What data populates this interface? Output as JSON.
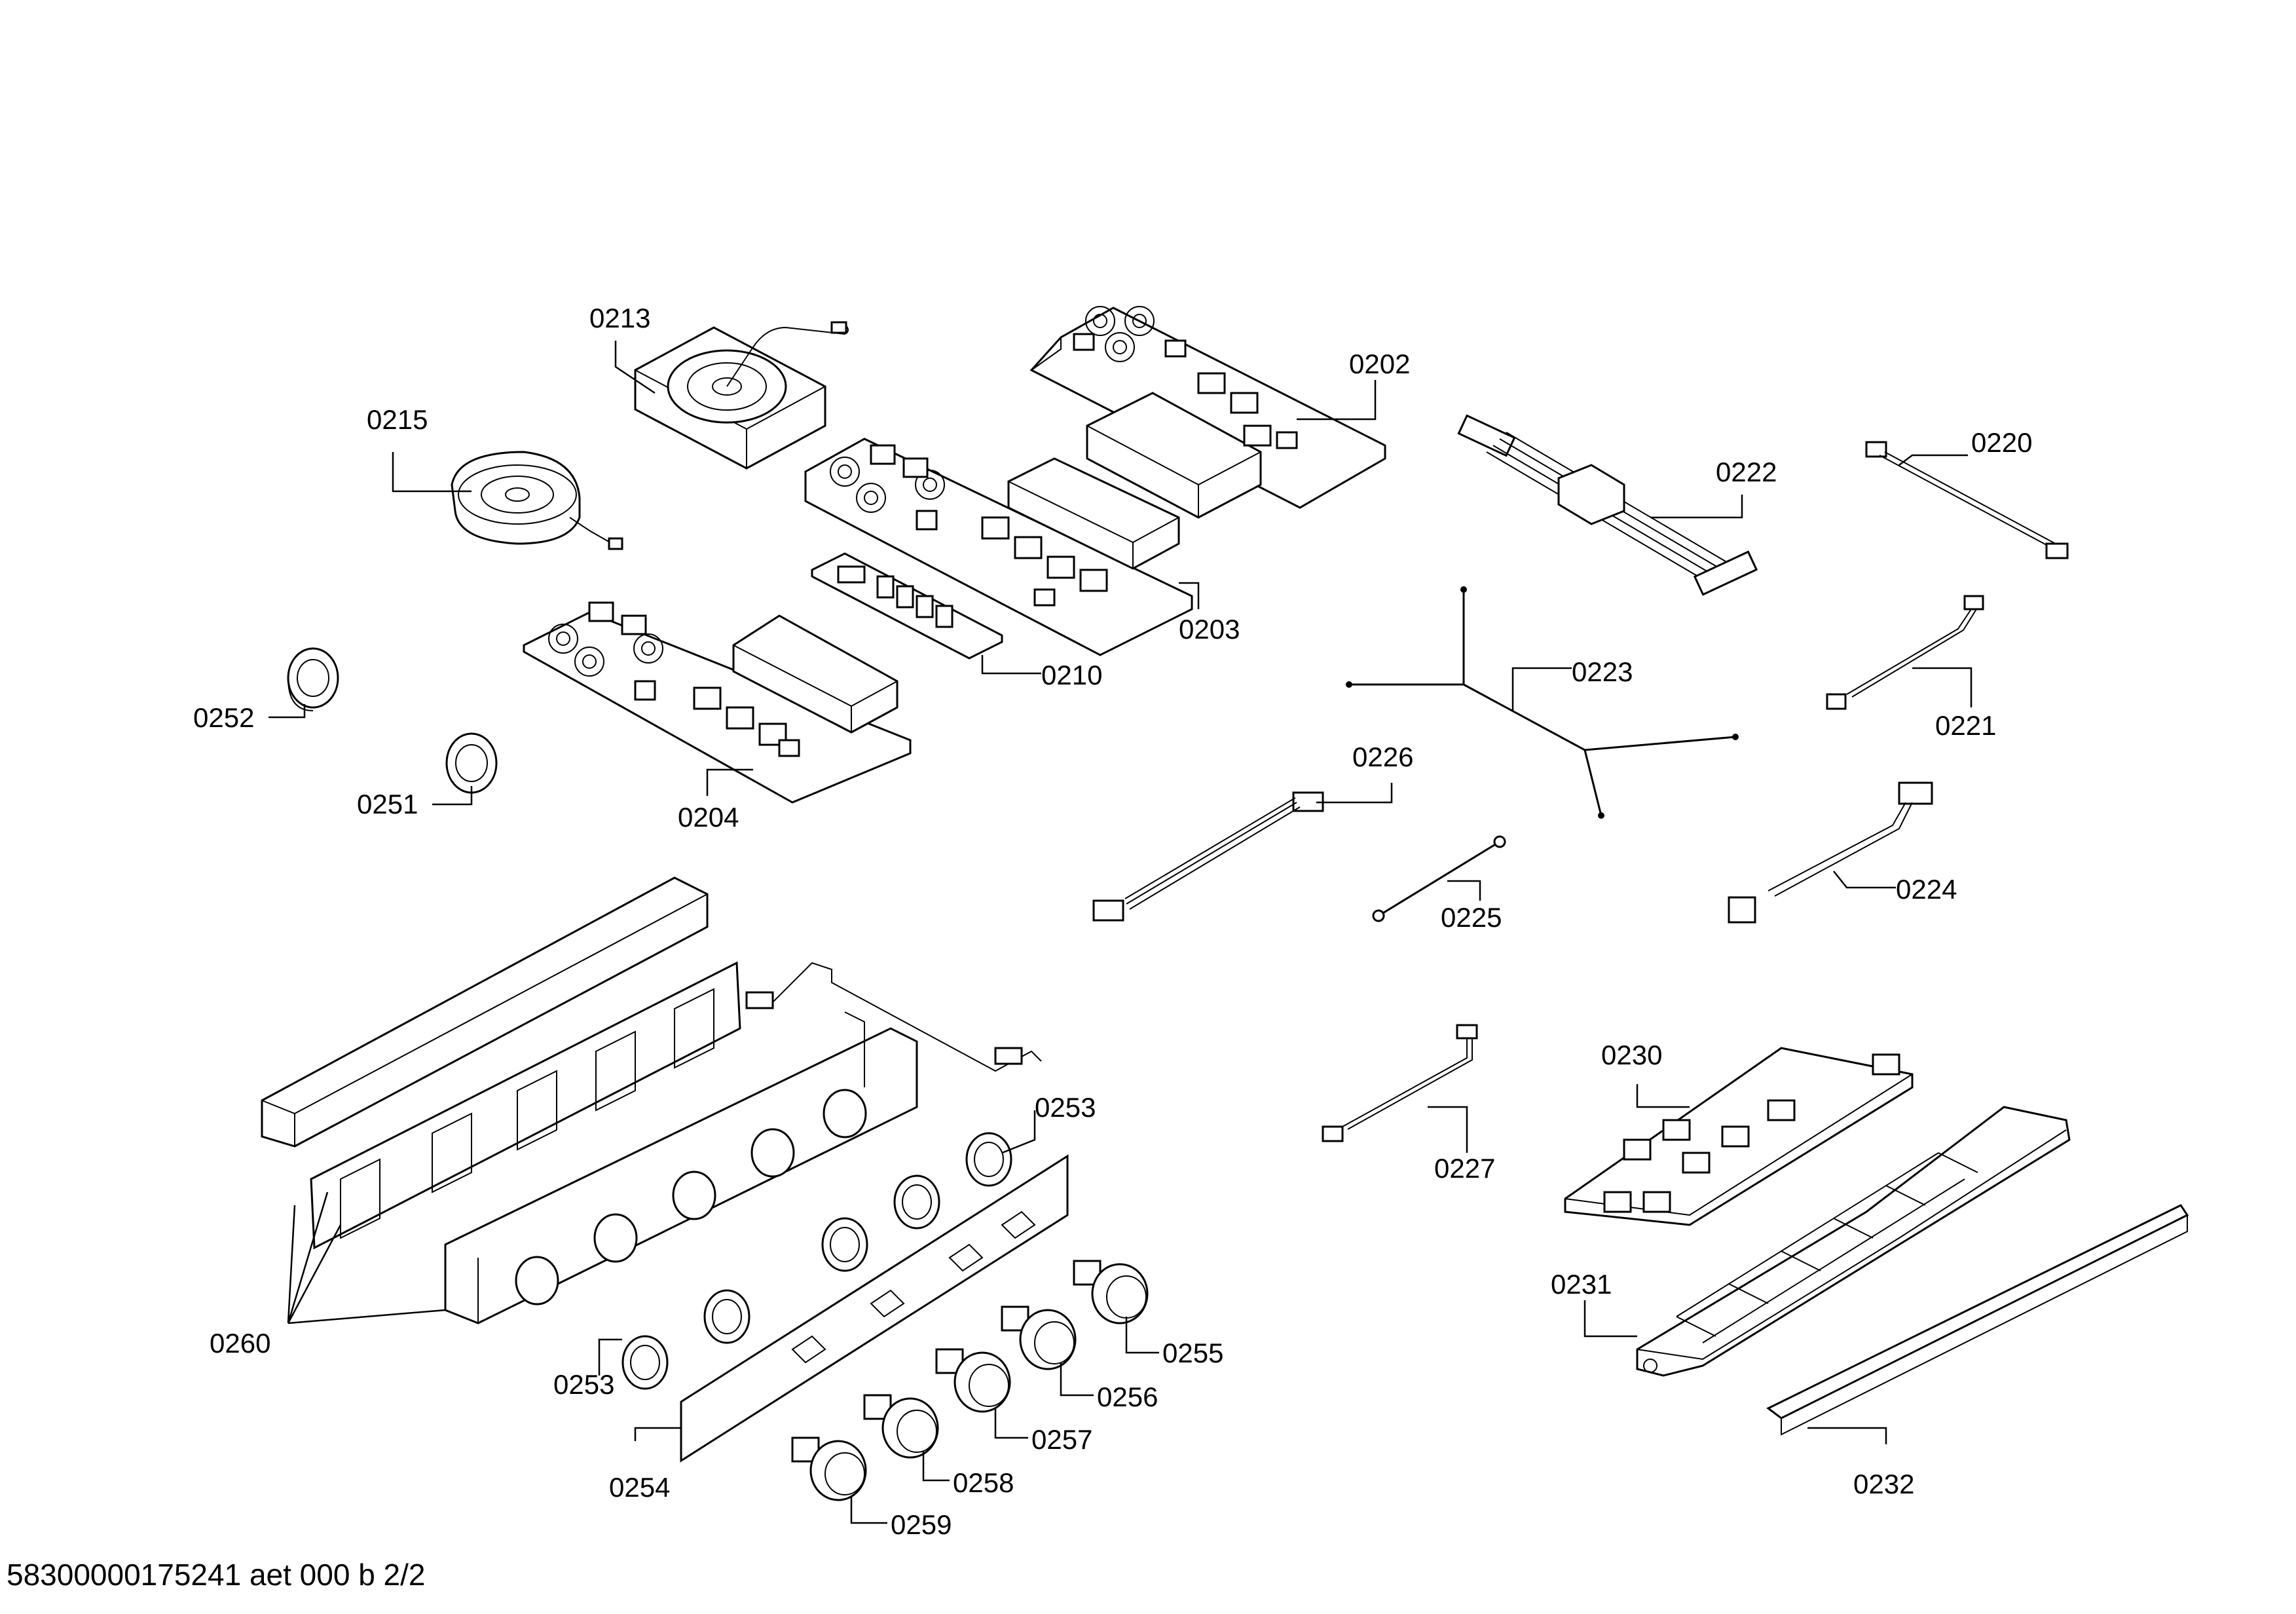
{
  "diagram": {
    "labels": {
      "p0213": "0213",
      "p0215": "0215",
      "p0202": "0202",
      "p0222": "0222",
      "p0220": "0220",
      "p0203": "0203",
      "p0210": "0210",
      "p0252": "0252",
      "p0223": "0223",
      "p0221": "0221",
      "p0251": "0251",
      "p0204": "0204",
      "p0226": "0226",
      "p0224": "0224",
      "p0225": "0225",
      "p0253a": "0253",
      "p0230": "0230",
      "p0227": "0227",
      "p0231": "0231",
      "p0260": "0260",
      "p0255": "0255",
      "p0253b": "0253",
      "p0256": "0256",
      "p0257": "0257",
      "p0254": "0254",
      "p0258": "0258",
      "p0232": "0232",
      "p0259": "0259"
    },
    "footer": "58300000175241 aet 000 b 2/2"
  }
}
